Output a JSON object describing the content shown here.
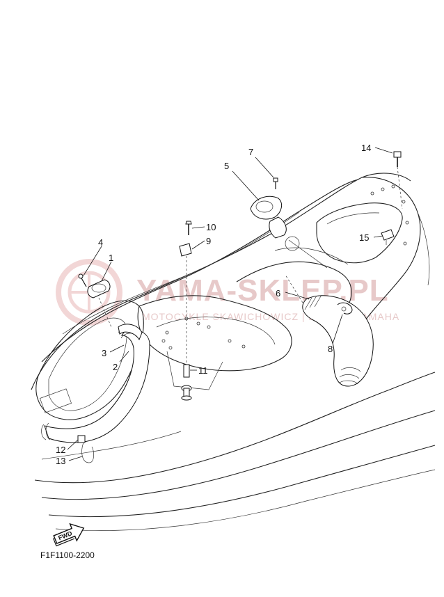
{
  "watermark": {
    "title": "YAMA-SKLEP.PL",
    "subtitle": "MOTOCYKLE SKAWICHOWICZ | DEALER YAMAHA"
  },
  "diagram_code": "F1F1100-2200",
  "forward_label": "FWD",
  "callouts": [
    "1",
    "2",
    "3",
    "4",
    "5",
    "6",
    "7",
    "8",
    "9",
    "10",
    "11",
    "12",
    "13",
    "14",
    "15"
  ]
}
